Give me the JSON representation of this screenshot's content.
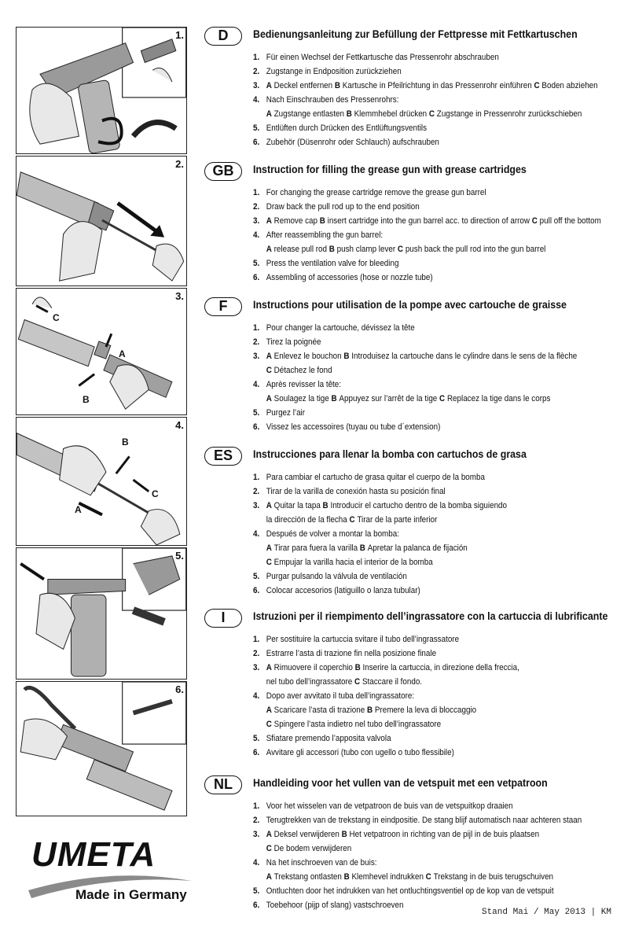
{
  "panels": [
    {
      "num": "1."
    },
    {
      "num": "2."
    },
    {
      "num": "3.",
      "labels": [
        "C",
        "A",
        "B"
      ]
    },
    {
      "num": "4.",
      "labels": [
        "B",
        "C",
        "A"
      ]
    },
    {
      "num": "5."
    },
    {
      "num": "6."
    }
  ],
  "sections": [
    {
      "code": "D",
      "title": "Bedienungsanleitung zur Befüllung der Fettpresse mit Fettkartuschen",
      "steps": [
        {
          "n": "1.",
          "parts": [
            {
              "t": "Für einen Wechsel der Fettkartusche das Pressenrohr abschrauben"
            }
          ]
        },
        {
          "n": "2.",
          "parts": [
            {
              "t": "Zugstange in Endposition zurückziehen"
            }
          ]
        },
        {
          "n": "3.",
          "parts": [
            {
              "k": "A",
              "t": "Deckel entfernen"
            },
            {
              "k": "B",
              "t": "Kartusche in Pfeilrichtung in das Pressenrohr einführen"
            },
            {
              "k": "C",
              "t": "Boden abziehen"
            }
          ]
        },
        {
          "n": "4.",
          "parts": [
            {
              "t": "Nach Einschrauben des Pressenrohrs:"
            }
          ]
        },
        {
          "n": "",
          "parts": [
            {
              "k": "A",
              "t": "Zugstange entlasten"
            },
            {
              "k": "B",
              "t": "Klemmhebel drücken"
            },
            {
              "k": "C",
              "t": "Zugstange in Pressenrohr zurückschieben"
            }
          ]
        },
        {
          "n": "5.",
          "parts": [
            {
              "t": "Entlüften durch Drücken des Entlüftungsventils"
            }
          ]
        },
        {
          "n": "6.",
          "parts": [
            {
              "t": "Zubehör (Düsenrohr oder Schlauch) aufschrauben"
            }
          ]
        }
      ]
    },
    {
      "code": "GB",
      "title": "Instruction for filling the grease gun with grease cartridges",
      "steps": [
        {
          "n": "1.",
          "parts": [
            {
              "t": "For changing the grease cartridge remove the grease gun barrel"
            }
          ]
        },
        {
          "n": "2.",
          "parts": [
            {
              "t": "Draw back the pull rod up to the end position"
            }
          ]
        },
        {
          "n": "3.",
          "parts": [
            {
              "k": "A",
              "t": "Remove cap"
            },
            {
              "k": "B",
              "t": "insert cartridge into the gun barrel acc. to direction of arrow"
            },
            {
              "k": "C",
              "t": "pull off the bottom"
            }
          ]
        },
        {
          "n": "4.",
          "parts": [
            {
              "t": "After reassembling the gun barrel:"
            }
          ]
        },
        {
          "n": "",
          "parts": [
            {
              "k": "A",
              "t": "release pull rod"
            },
            {
              "k": "B",
              "t": "push clamp lever"
            },
            {
              "k": "C",
              "t": "push back the pull rod into the gun barrel"
            }
          ]
        },
        {
          "n": "5.",
          "parts": [
            {
              "t": "Press the ventilation valve for bleeding"
            }
          ]
        },
        {
          "n": "6.",
          "parts": [
            {
              "t": "Assembling of accessories (hose or nozzle tube)"
            }
          ]
        }
      ]
    },
    {
      "code": "F",
      "title": "Instructions pour utilisation de la pompe avec cartouche de graisse",
      "steps": [
        {
          "n": "1.",
          "parts": [
            {
              "t": "Pour changer la cartouche, dévissez la tête"
            }
          ]
        },
        {
          "n": "2.",
          "parts": [
            {
              "t": "Tirez la poignée"
            }
          ]
        },
        {
          "n": "3.",
          "parts": [
            {
              "k": "A",
              "t": "Enlevez le bouchon"
            },
            {
              "k": "B",
              "t": "Introduisez la cartouche dans le cylindre dans le sens de la flèche"
            }
          ]
        },
        {
          "n": "",
          "parts": [
            {
              "k": "C",
              "t": "Détachez le fond"
            }
          ]
        },
        {
          "n": "4.",
          "parts": [
            {
              "t": "Après revisser la tête:"
            }
          ]
        },
        {
          "n": "",
          "parts": [
            {
              "k": "A",
              "t": "Soulagez la tige"
            },
            {
              "k": "B",
              "t": "Appuyez sur l’arrêt de la tige"
            },
            {
              "k": "C",
              "t": "Replacez la tige dans le corps"
            }
          ]
        },
        {
          "n": "5.",
          "parts": [
            {
              "t": "Purgez l’air"
            }
          ]
        },
        {
          "n": "6.",
          "parts": [
            {
              "t": "Vissez les accessoires (tuyau ou tube d´extension)"
            }
          ]
        }
      ]
    },
    {
      "code": "ES",
      "title": "Instrucciones para llenar la bomba con cartuchos de grasa",
      "steps": [
        {
          "n": "1.",
          "parts": [
            {
              "t": "Para cambiar el cartucho de grasa quitar el cuerpo de la bomba"
            }
          ]
        },
        {
          "n": "2.",
          "parts": [
            {
              "t": "Tirar de la varilla de conexión hasta su posición final"
            }
          ]
        },
        {
          "n": "3.",
          "parts": [
            {
              "k": "A",
              "t": "Quitar la tapa"
            },
            {
              "k": "B",
              "t": "Introducir el cartucho dentro de la bomba siguiendo"
            }
          ]
        },
        {
          "n": "",
          "parts": [
            {
              "t": "la dirección de la flecha"
            },
            {
              "k": "C",
              "t": "Tirar de la parte inferior"
            }
          ]
        },
        {
          "n": "4.",
          "parts": [
            {
              "t": "Después de volver a montar la bomba:"
            }
          ]
        },
        {
          "n": "",
          "parts": [
            {
              "k": "A",
              "t": "Tirar para fuera la varilla"
            },
            {
              "k": "B",
              "t": "Apretar la palanca de fijación"
            }
          ]
        },
        {
          "n": "",
          "parts": [
            {
              "k": "C",
              "t": "Empujar la varilla hacia el interior de la bomba"
            }
          ]
        },
        {
          "n": "5.",
          "parts": [
            {
              "t": "Purgar pulsando la válvula de ventilación"
            }
          ]
        },
        {
          "n": "6.",
          "parts": [
            {
              "t": "Colocar accesorios (latiguillo o lanza tubular)"
            }
          ]
        }
      ]
    },
    {
      "code": "I",
      "title": "Istruzioni per il riempimento dell’ingrassatore con la cartuccia di lubrificante",
      "steps": [
        {
          "n": "1.",
          "parts": [
            {
              "t": "Per sostituire la cartuccia svitare il tubo dell’ingrassatore"
            }
          ]
        },
        {
          "n": "2.",
          "parts": [
            {
              "t": "Estrarre l’asta di trazione fin nella posizione finale"
            }
          ]
        },
        {
          "n": "3.",
          "parts": [
            {
              "k": "A",
              "t": "Rimuovere il coperchio"
            },
            {
              "k": "B",
              "t": "Inserire la cartuccia, in direzione della freccia,"
            }
          ]
        },
        {
          "n": "",
          "parts": [
            {
              "t": "nel tubo dell’ingrassatore"
            },
            {
              "k": "C",
              "t": "Staccare il fondo."
            }
          ]
        },
        {
          "n": "4.",
          "parts": [
            {
              "t": "Dopo aver avvitato il tuba dell’ingrassatore:"
            }
          ]
        },
        {
          "n": "",
          "parts": [
            {
              "k": "A",
              "t": "Scaricare l’asta di trazione"
            },
            {
              "k": "B",
              "t": "Premere la leva di bloccaggio"
            }
          ]
        },
        {
          "n": "",
          "parts": [
            {
              "k": "C",
              "t": "Spingere l’asta indietro nel tubo dell’ingrassatore"
            }
          ]
        },
        {
          "n": "5.",
          "parts": [
            {
              "t": "Sfiatare premendo l’apposita valvola"
            }
          ]
        },
        {
          "n": "6.",
          "parts": [
            {
              "t": "Avvitare gli accessori (tubo con ugello o tubo flessibile)"
            }
          ]
        }
      ]
    },
    {
      "code": "NL",
      "title": "Handleiding voor het vullen van de vetspuit met een vetpatroon",
      "steps": [
        {
          "n": "1.",
          "parts": [
            {
              "t": "Voor het wisselen van de vetpatroon de buis van de vetspuitkop draaien"
            }
          ]
        },
        {
          "n": "2.",
          "parts": [
            {
              "t": "Terugtrekken van de trekstang in eindpositie. De stang blijf automatisch naar achteren staan"
            }
          ]
        },
        {
          "n": "3.",
          "parts": [
            {
              "k": "A",
              "t": "Deksel verwijderen"
            },
            {
              "k": "B",
              "t": "Het vetpatroon in richting van de pijl in de buis plaatsen"
            }
          ]
        },
        {
          "n": "",
          "parts": [
            {
              "k": "C",
              "t": "De bodem verwijderen"
            }
          ]
        },
        {
          "n": "4.",
          "parts": [
            {
              "t": "Na het inschroeven van de buis:"
            }
          ]
        },
        {
          "n": "",
          "parts": [
            {
              "k": "A",
              "t": "Trekstang ontlasten"
            },
            {
              "k": "B",
              "t": "Klemhevel indrukken"
            },
            {
              "k": "C",
              "t": "Trekstang in de buis terugschuiven"
            }
          ]
        },
        {
          "n": "5.",
          "parts": [
            {
              "t": "Ontluchten door het indrukken van het ontluchtingsventiel op de kop van de vetspuit"
            }
          ]
        },
        {
          "n": "6.",
          "parts": [
            {
              "t": "Toebehoor (pijp of slang) vastschroeven"
            }
          ]
        }
      ]
    }
  ],
  "logo": {
    "brand": "UMETA",
    "tagline": "Made in Germany"
  },
  "footer": "Stand Mai / May 2013 | KM",
  "colors": {
    "ink": "#111111",
    "gray": "#8a8a8a",
    "light": "#d9d9d9"
  }
}
